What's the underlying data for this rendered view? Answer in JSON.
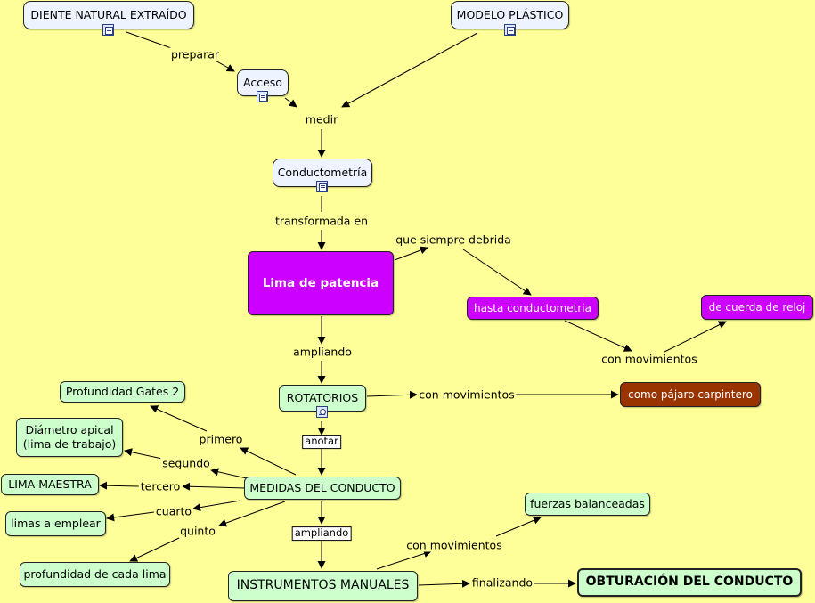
{
  "background": "#ffff99",
  "colors": {
    "blue_node": "#eef4ff",
    "green_node": "#ccffcc",
    "purple_node": "#cc00ff",
    "brown_node": "#993300"
  },
  "nodes": {
    "diente": "DIENTE NATURAL EXTRAÍDO",
    "modelo": "MODELO PLÁSTICO",
    "acceso": "Acceso",
    "conductometria": "Conductometría",
    "lima_patencia": "Lima de patencia",
    "hasta_conductometria": "hasta conductometria",
    "cuerda_reloj": "de cuerda de reloj",
    "rotatorios": "ROTATORIOS",
    "pajaro": "como pájaro carpintero",
    "gates": "Profundidad Gates 2",
    "diametro": "Diámetro apical\n(lima de trabajo)",
    "lima_maestra": "LIMA MAESTRA",
    "limas_emplear": "limas a emplear",
    "profundidad_lima": "profundidad de cada lima",
    "medidas": "MEDIDAS DEL CONDUCTO",
    "fuerzas": "fuerzas balanceadas",
    "instrumentos": "INSTRUMENTOS MANUALES",
    "obturacion": "OBTURACIÓN DEL CONDUCTO"
  },
  "links": {
    "preparar": "preparar",
    "medir": "medir",
    "transformada": "transformada en",
    "siempre_debrida": "que siempre debrida",
    "con_mov_1": "con movimientos",
    "ampliando_1": "ampliando",
    "con_mov_2": "con movimientos",
    "anotar": "anotar",
    "primero": "primero",
    "segundo": "segundo",
    "tercero": "tercero",
    "cuarto": "cuarto",
    "quinto": "quinto",
    "ampliando_2": "ampliando",
    "con_mov_3": "con movimientos",
    "finalizando": "finalizando"
  },
  "icons": [
    "document-icon",
    "document-icon",
    "document-icon",
    "document-icon",
    "concept-map-icon"
  ]
}
